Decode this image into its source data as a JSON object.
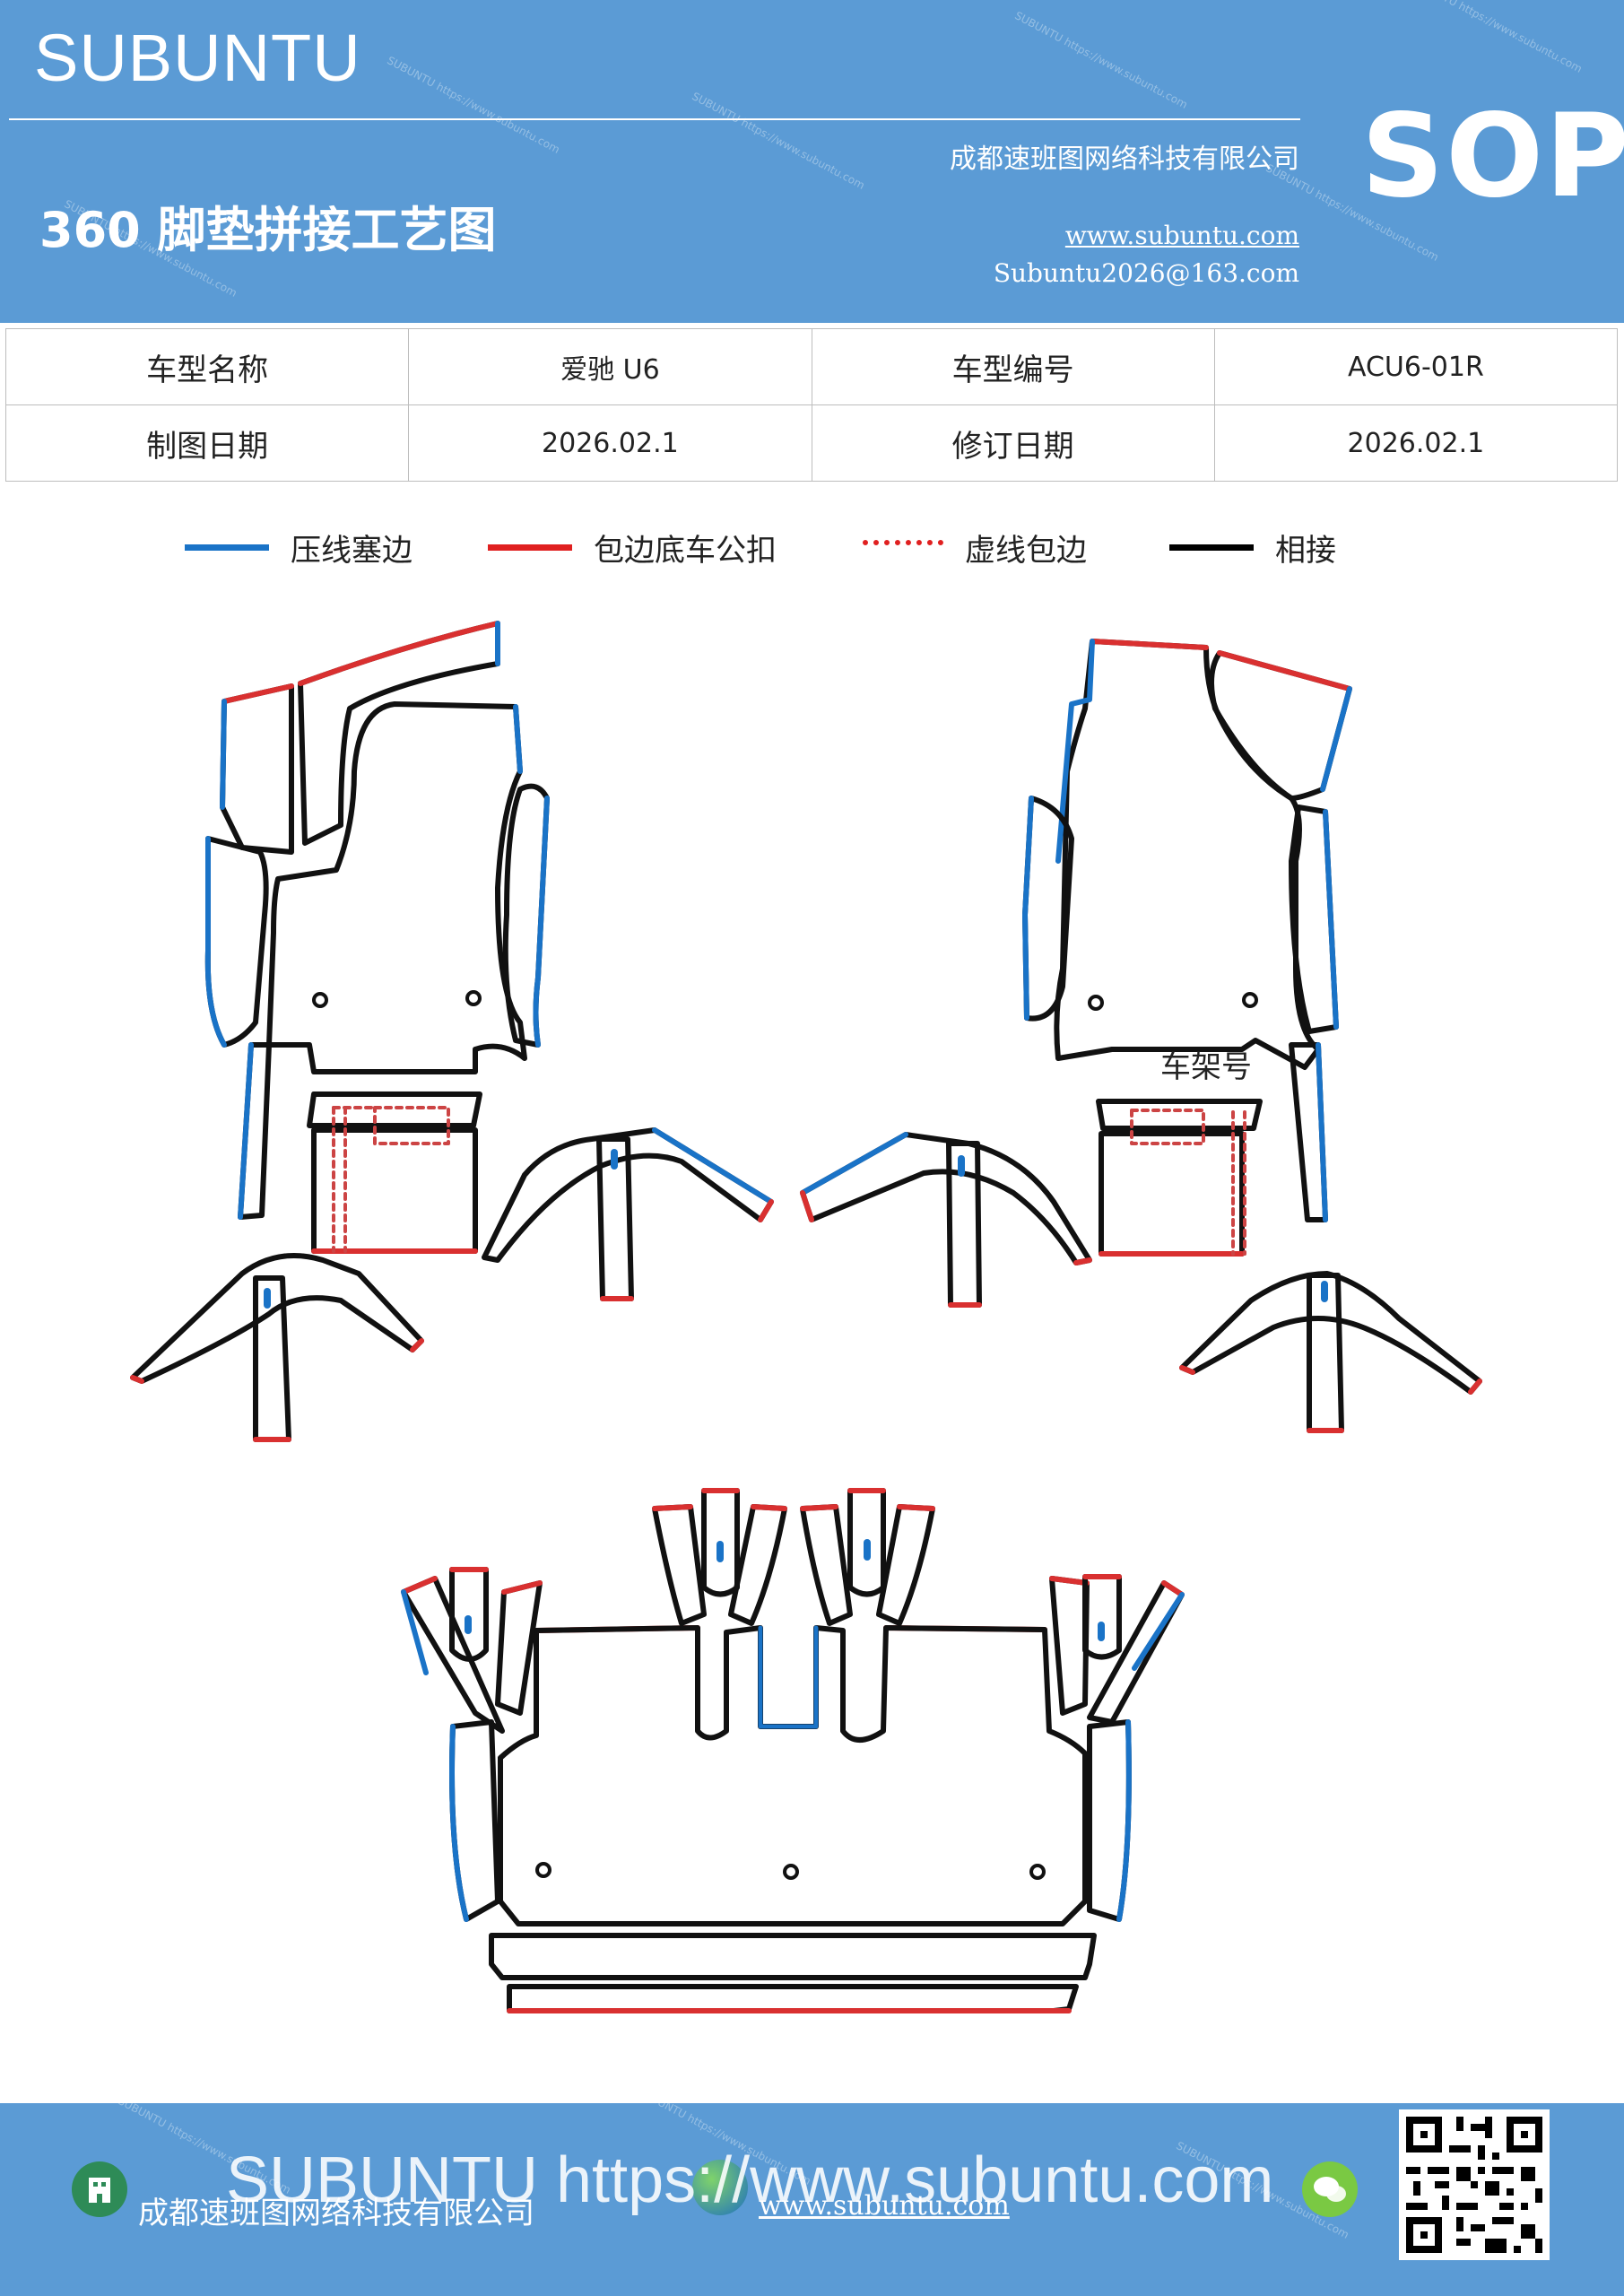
{
  "header": {
    "brand": "SUBUNTU",
    "doc_title": "360 脚垫拼接工艺图",
    "company": "成都速班图网络科技有限公司",
    "website": "www.subuntu.com",
    "email": "Subuntu2026@163.com",
    "sop": "SOP"
  },
  "info_table": {
    "model_name_label": "车型名称",
    "model_name_value": "爱驰 U6",
    "model_code_label": "车型编号",
    "model_code_value": "ACU6-01R",
    "draw_date_label": "制图日期",
    "draw_date_value": "2026.02.1",
    "revise_date_label": "修订日期",
    "revise_date_value": "2026.02.1"
  },
  "legend": {
    "items": [
      {
        "label": "压线塞边",
        "color": "#1a73c7",
        "style": "solid"
      },
      {
        "label": "包边底车公扣",
        "color": "#e02020",
        "style": "solid"
      },
      {
        "label": "虚线包边",
        "color": "#e02020",
        "style": "dotted"
      },
      {
        "label": "相接",
        "color": "#000000",
        "style": "solid"
      }
    ]
  },
  "diagram": {
    "frame_label": "车架号"
  },
  "footer": {
    "url_overlay": "SUBUNTU https://www.subuntu.com",
    "company": "成都速班图网络科技有限公司",
    "website": "www.subuntu.com"
  },
  "colors": {
    "header_bg": "#5b9bd5",
    "blue_line": "#1a73c7",
    "red_line": "#d93030",
    "black_line": "#111111"
  }
}
